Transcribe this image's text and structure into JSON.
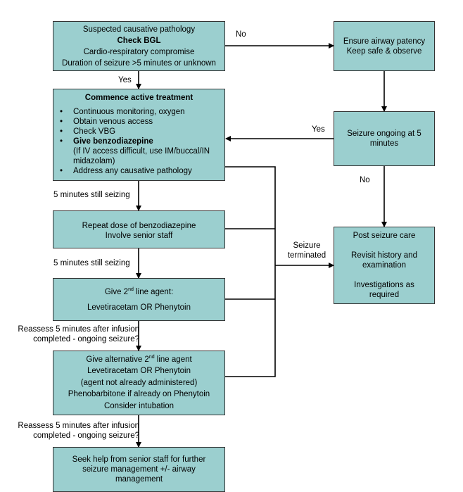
{
  "box1": {
    "line1": "Suspected causative pathology",
    "line2": "Check BGL",
    "line3": "Cardio-respiratory compromise",
    "line4": "Duration of seizure >5 minutes or unknown"
  },
  "box_airway": {
    "line1": "Ensure airway patency",
    "line2": "Keep safe & observe"
  },
  "box_treatment": {
    "title": "Commence active treatment",
    "items": [
      "Continuous monitoring, oxygen",
      "Obtain venous access",
      "Check VBG",
      "Give benzodiazepine",
      "Address any causative pathology"
    ],
    "note": "(If IV access difficult, use IM/buccal/IN midazolam)"
  },
  "box_ongoing": {
    "text": "Seizure ongoing at 5 minutes"
  },
  "box_repeat": {
    "line1": "Repeat dose of benzodiazepine",
    "line2": "Involve senior staff"
  },
  "box_post": {
    "line1": "Post seizure care",
    "line2": "Revisit history and examination",
    "line3": "Investigations as required"
  },
  "box_second": {
    "line1_pre": "Give 2",
    "line1_sup": "nd",
    "line1_post": " line agent:",
    "line2": "Levetiracetam OR Phenytoin"
  },
  "box_alt": {
    "line1_pre": "Give alternative 2",
    "line1_sup": "nd",
    "line1_post": " line agent",
    "line2": "Levetiracetam OR Phenytoin",
    "line3": "(agent not already administered)",
    "line4": "Phenobarbitone if already on Phenytoin",
    "line5": "Consider intubation"
  },
  "box_help": {
    "text": "Seek help from senior staff for further seizure management +/- airway management"
  },
  "labels": {
    "no_top": "No",
    "yes_top": "Yes",
    "yes_right": "Yes",
    "no_right": "No",
    "still_seizing_1": "5 minutes still seizing",
    "still_seizing_2": "5 minutes still seizing",
    "seizure_terminated": "Seizure terminated",
    "reassess_1": "Reassess 5 minutes after infusion completed - ongoing seizure?",
    "reassess_2": "Reassess 5 minutes after infusion completed - ongoing seizure?"
  }
}
